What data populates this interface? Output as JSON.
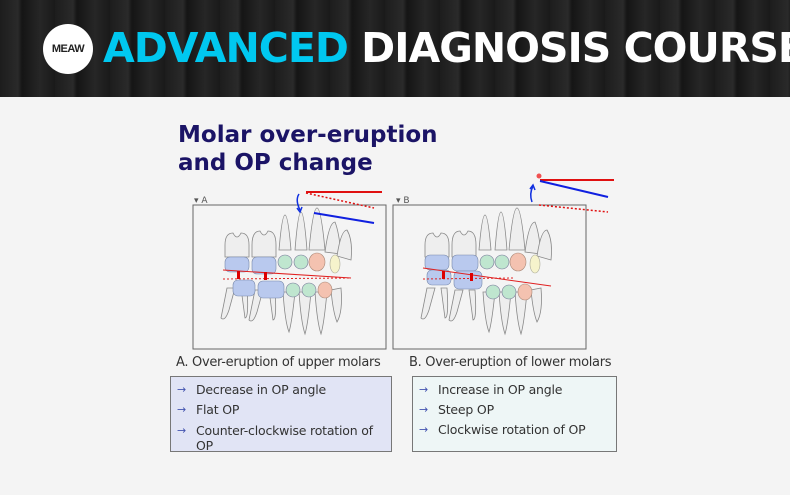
{
  "banner": {
    "logo": "MEAW",
    "title_accent": "ADVANCED",
    "title_rest": "DIAGNOSIS COURSE",
    "accent_color": "#00c8f0"
  },
  "slide": {
    "title_line1": "Molar over-eruption",
    "title_line2": "and OP change",
    "panel_a": {
      "label": "▾ A",
      "caption": "A. Over-eruption of upper molars",
      "items": [
        "Decrease in OP angle",
        "Flat OP",
        "Counter-clockwise rotation of OP"
      ]
    },
    "panel_b": {
      "label": "▾ B",
      "caption": "B. Over-eruption of lower molars",
      "items": [
        "Increase in OP angle",
        "Steep OP",
        "Clockwise rotation of OP"
      ]
    },
    "arrow_glyph": "→"
  }
}
